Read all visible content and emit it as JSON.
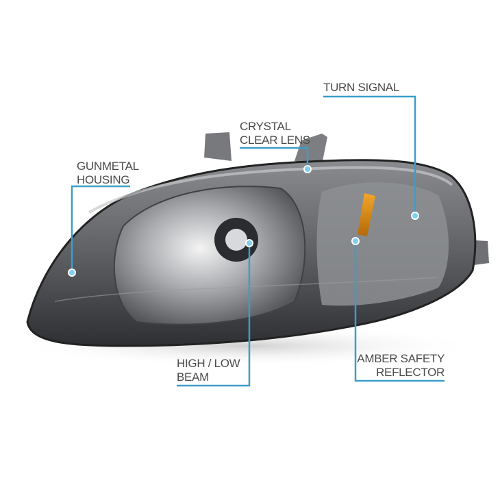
{
  "callouts": {
    "gunmetal_housing": [
      "GUNMETAL",
      "HOUSING"
    ],
    "crystal_clear_lens": [
      "CRYSTAL",
      "CLEAR LENS"
    ],
    "turn_signal": [
      "TURN SIGNAL"
    ],
    "high_low_beam": [
      "HIGH / LOW",
      "BEAM"
    ],
    "amber_safety_reflector": [
      "AMBER SAFETY",
      "REFLECTOR"
    ]
  },
  "colors": {
    "callout_line": "#3a9ec9",
    "label_text": "#4a4a4a",
    "amber": "#e08a10",
    "housing": "#5a5c60"
  }
}
